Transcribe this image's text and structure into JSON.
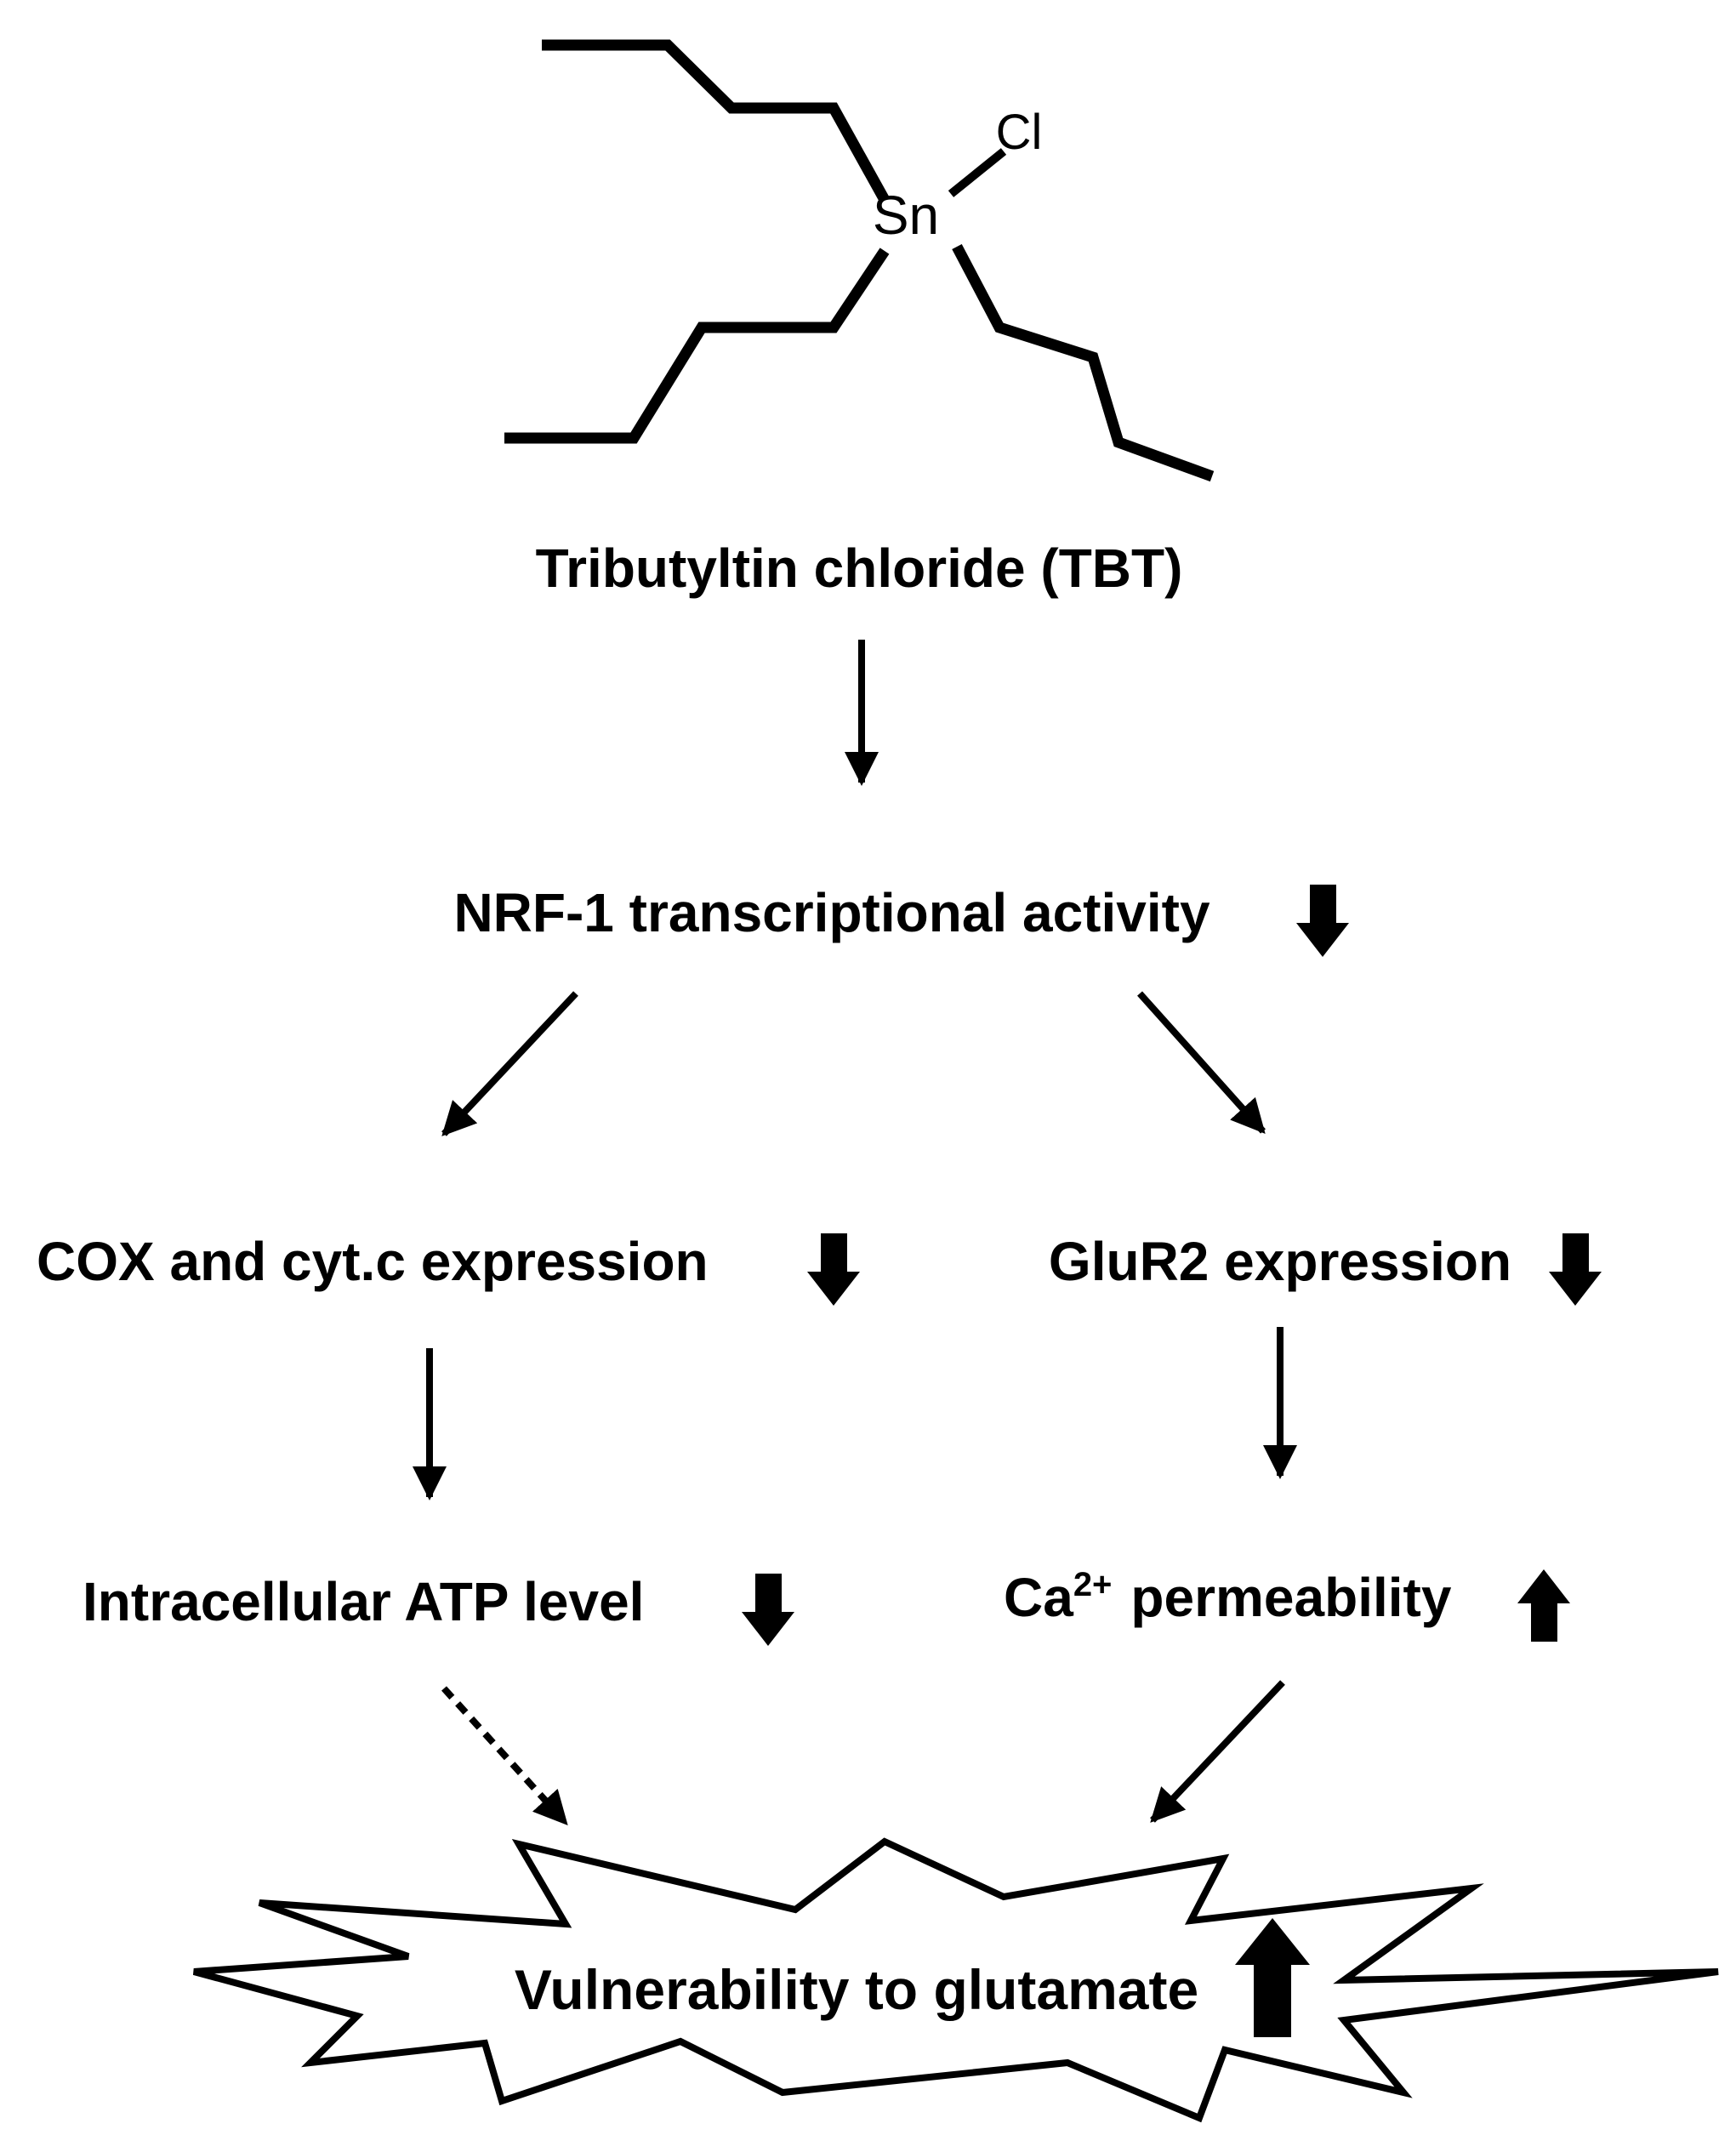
{
  "molecule": {
    "atom_central": "Sn",
    "atom_halogen": "Cl"
  },
  "nodes": {
    "tbt": "Tributyltin chloride (TBT)",
    "nrf1": "NRF-1 transcriptional activity",
    "cox": "COX and cyt.c expression",
    "glur2": "GluR2 expression",
    "atp": "Intracellular ATP level",
    "ca_base": "Ca",
    "ca_sup": "2+",
    "ca_rest": "permeability",
    "vulnerability": "Vulnerability to glutamate"
  },
  "indicators": {
    "nrf1": "down-arrow-icon",
    "cox": "down-arrow-icon",
    "glur2": "down-arrow-icon",
    "atp": "down-arrow-icon",
    "ca": "up-arrow-icon",
    "vulnerability": "up-arrow-icon"
  },
  "colors": {
    "ink": "#000000",
    "background": "#ffffff"
  }
}
